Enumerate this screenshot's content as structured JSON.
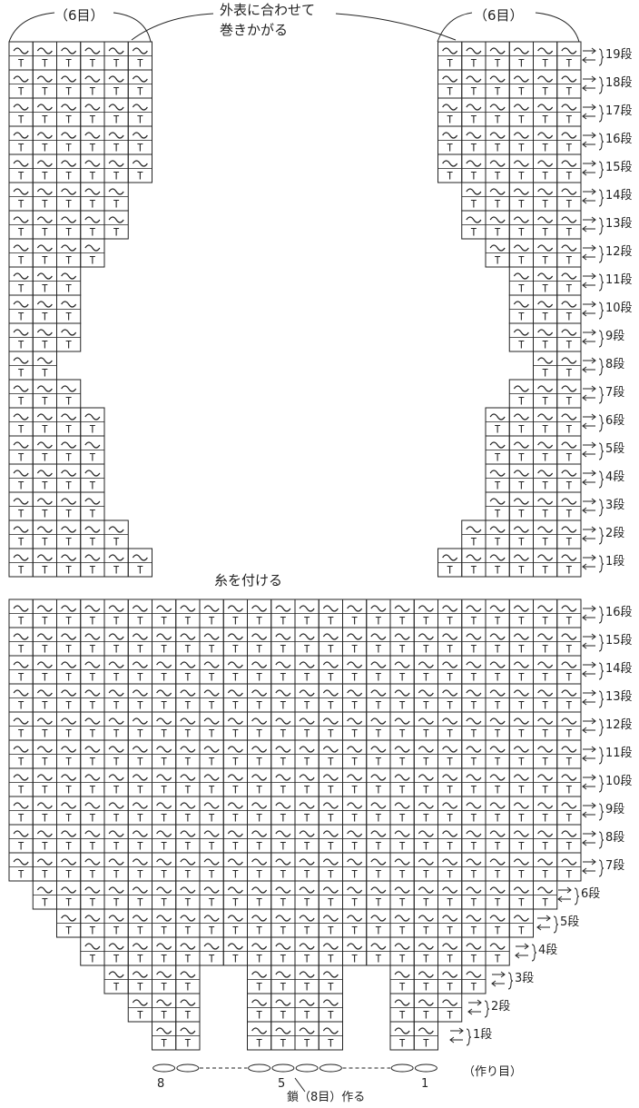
{
  "top": {
    "left_count": "（6目）",
    "right_count": "（6目）",
    "note_line1": "外表に合わせて",
    "note_line2": "巻きかがる"
  },
  "attach_yarn": "糸を付ける",
  "upper_rows": [
    "19段",
    "18段",
    "17段",
    "16段",
    "15段",
    "14段",
    "13段",
    "12段",
    "11段",
    "10段",
    "9段",
    "8段",
    "7段",
    "6段",
    "5段",
    "4段",
    "3段",
    "2段",
    "1段"
  ],
  "lower_rows": [
    "16段",
    "15段",
    "14段",
    "13段",
    "12段",
    "11段",
    "10段",
    "9段",
    "8段",
    "7段",
    "6段",
    "5段",
    "4段",
    "3段",
    "2段",
    "1段"
  ],
  "foundation": {
    "label": "（作り目）",
    "num_8": "8",
    "num_5": "5",
    "num_1": "1",
    "chain": "鎖（8目）作る"
  }
}
